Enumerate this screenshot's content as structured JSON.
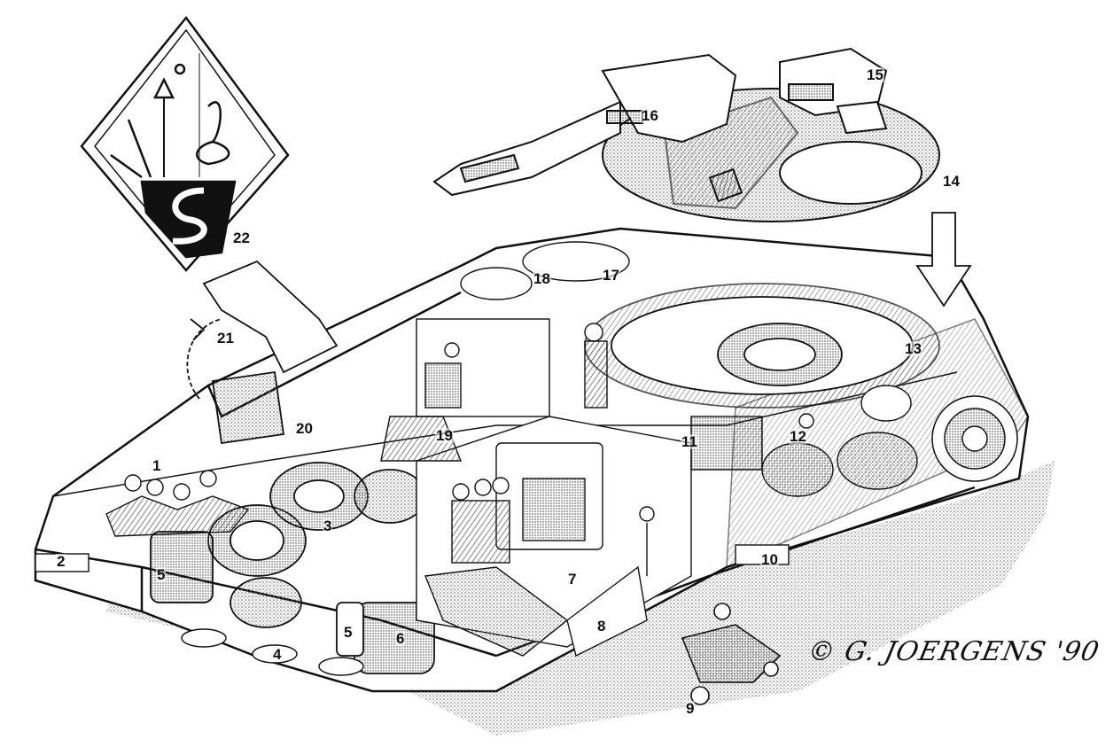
{
  "callouts": [
    {
      "id": "1",
      "label": "1"
    },
    {
      "id": "2",
      "label": "2"
    },
    {
      "id": "3",
      "label": "3"
    },
    {
      "id": "4",
      "label": "4"
    },
    {
      "id": "5a",
      "label": "5"
    },
    {
      "id": "5b",
      "label": "5"
    },
    {
      "id": "6",
      "label": "6"
    },
    {
      "id": "7",
      "label": "7"
    },
    {
      "id": "8",
      "label": "8"
    },
    {
      "id": "9",
      "label": "9"
    },
    {
      "id": "10",
      "label": "10"
    },
    {
      "id": "11",
      "label": "11"
    },
    {
      "id": "12",
      "label": "12"
    },
    {
      "id": "13",
      "label": "13"
    },
    {
      "id": "14",
      "label": "14"
    },
    {
      "id": "15",
      "label": "15"
    },
    {
      "id": "16",
      "label": "16"
    },
    {
      "id": "17",
      "label": "17"
    },
    {
      "id": "18",
      "label": "18"
    },
    {
      "id": "19",
      "label": "19"
    },
    {
      "id": "20",
      "label": "20"
    },
    {
      "id": "21",
      "label": "21"
    },
    {
      "id": "22",
      "label": "22"
    }
  ],
  "signature": "© G. JOERGENS '90",
  "colors": {
    "ink": "#111111",
    "paper": "#ffffff",
    "shade": "#9a9a9a",
    "ground": "#555555"
  }
}
